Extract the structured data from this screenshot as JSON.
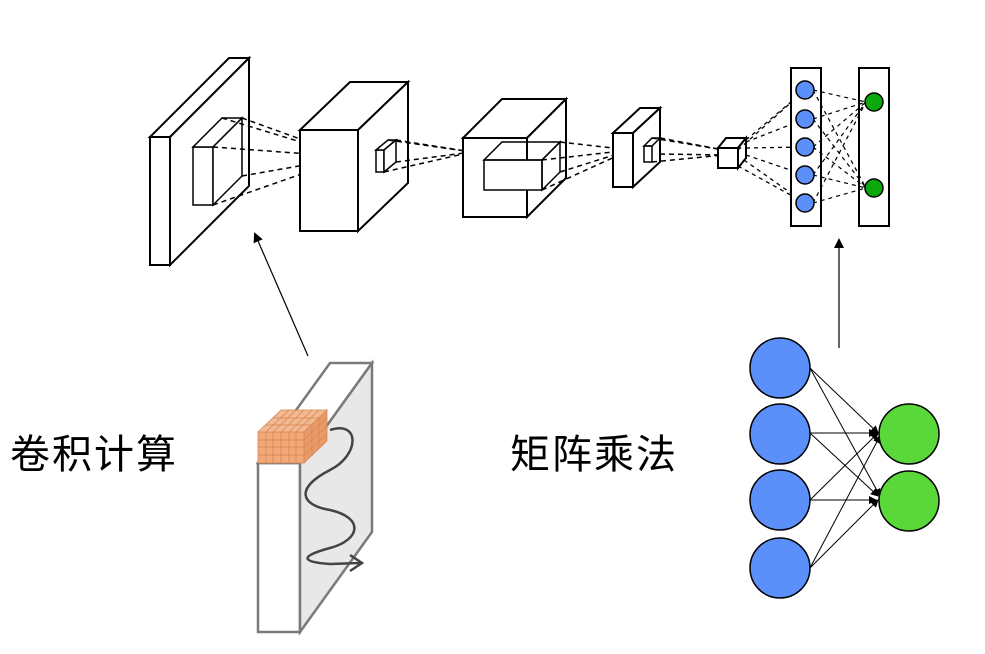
{
  "labels": {
    "convolution": "卷积计算",
    "matrix_multiplication": "矩阵乘法"
  },
  "colors": {
    "stroke": "#000000",
    "neuron_blue": "#5b8ff9",
    "neuron_green": "#5ad83a",
    "fc_green": "#0aa80a",
    "kernel_orange": "#f2a878",
    "kernel_grid": "#d9864f",
    "input_face": "#e8e8e8",
    "input_stroke": "#7a7a7a",
    "path_stroke": "#444444"
  },
  "network": {
    "fc_hidden_nodes": 5,
    "fc_output_nodes": 2
  },
  "matrix_network": {
    "input_nodes": 4,
    "output_nodes": 2
  }
}
